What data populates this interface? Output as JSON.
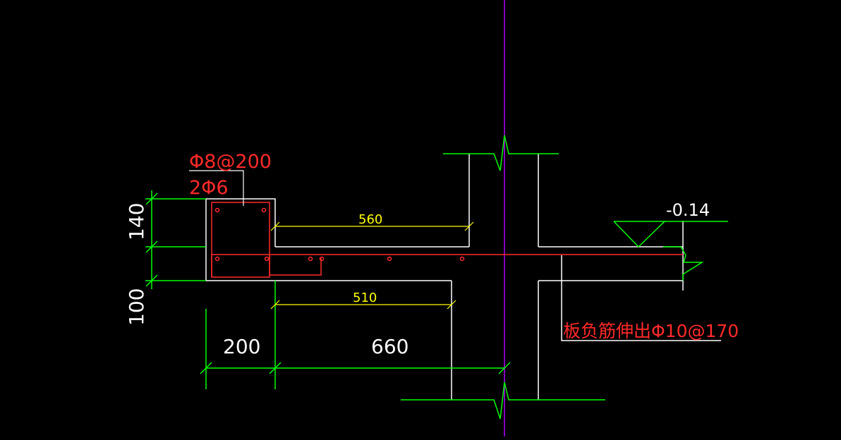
{
  "colors": {
    "background": "#000000",
    "concrete_outline": "#ffffff",
    "dimension": "#00ff00",
    "dimension_tick": "#ffff00",
    "rebar": "#ff2a2a",
    "centerline": "#b000ff"
  },
  "labels": {
    "stirrup_label": "Φ8@200",
    "bar_label": "2Φ6",
    "level_label": "-0.14",
    "negative_rebar_label": "板负筋伸出Φ10@170"
  },
  "dimensions": {
    "h140": "140",
    "h100": "100",
    "w200": "200",
    "w660": "660",
    "d560": "560",
    "d510": "510"
  }
}
